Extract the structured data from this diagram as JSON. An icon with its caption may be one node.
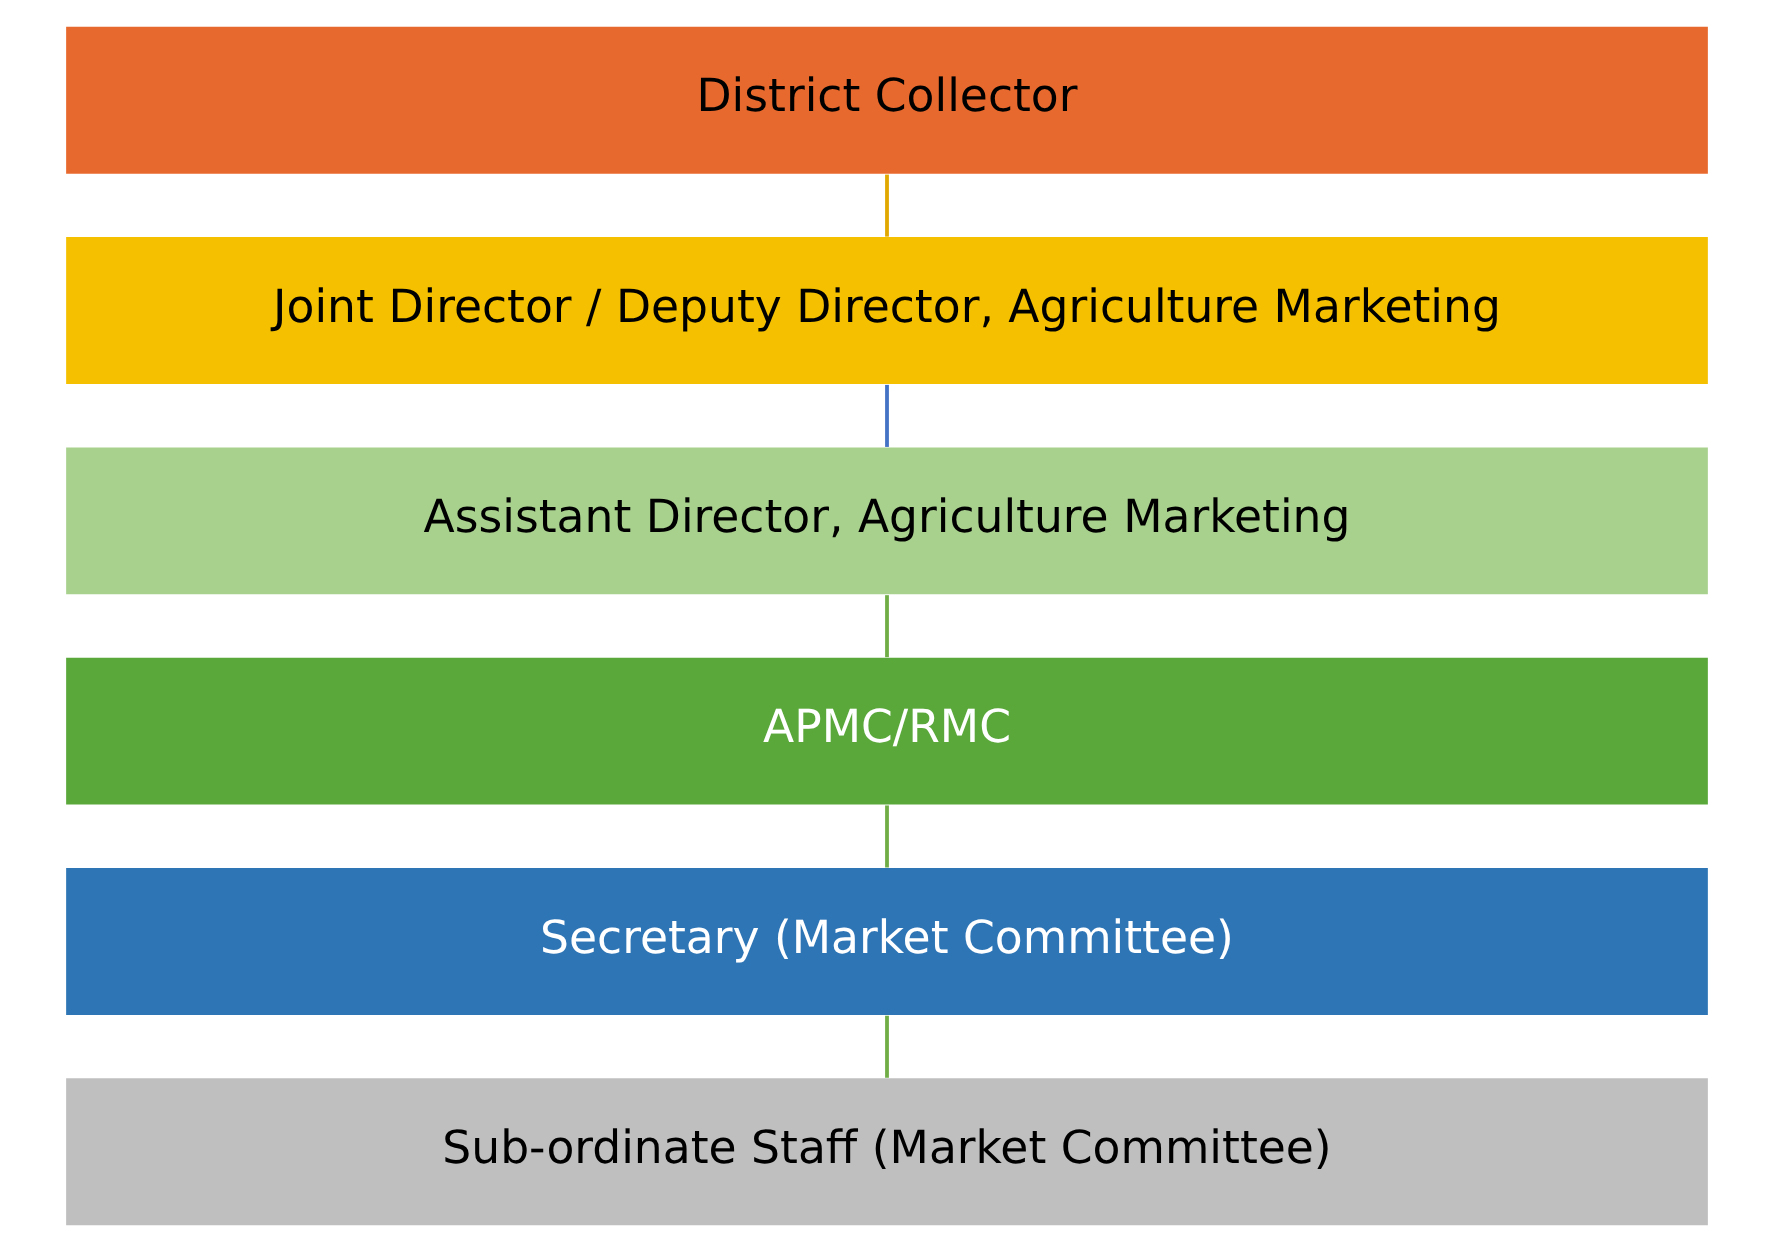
{
  "diagram": {
    "nodes": [
      {
        "text": [
          "District Collector"
        ]
      },
      {
        "text": [
          "Joint Director / Deputy Director, Agriculture Marketing"
        ]
      },
      {
        "text": [
          "Assistant Director, Agriculture Marketing"
        ]
      },
      {
        "text": [
          "APMC/RMC"
        ]
      },
      {
        "text": [
          "Secretary (Market Committee)"
        ]
      },
      {
        "text": [
          "Sub-ordinate Staff (Market Committee)"
        ]
      }
    ],
    "edges": [
      {
        "from": 0,
        "to": 1,
        "arrow": "none",
        "color": "#e0a800"
      },
      {
        "from": 1,
        "to": 2,
        "arrow": "none",
        "color": "#4472c4"
      },
      {
        "from": 2,
        "to": 3,
        "arrow": "none"
      },
      {
        "from": 3,
        "to": 4,
        "arrow": "none"
      },
      {
        "from": 4,
        "to": 5,
        "arrow": "none"
      }
    ]
  }
}
